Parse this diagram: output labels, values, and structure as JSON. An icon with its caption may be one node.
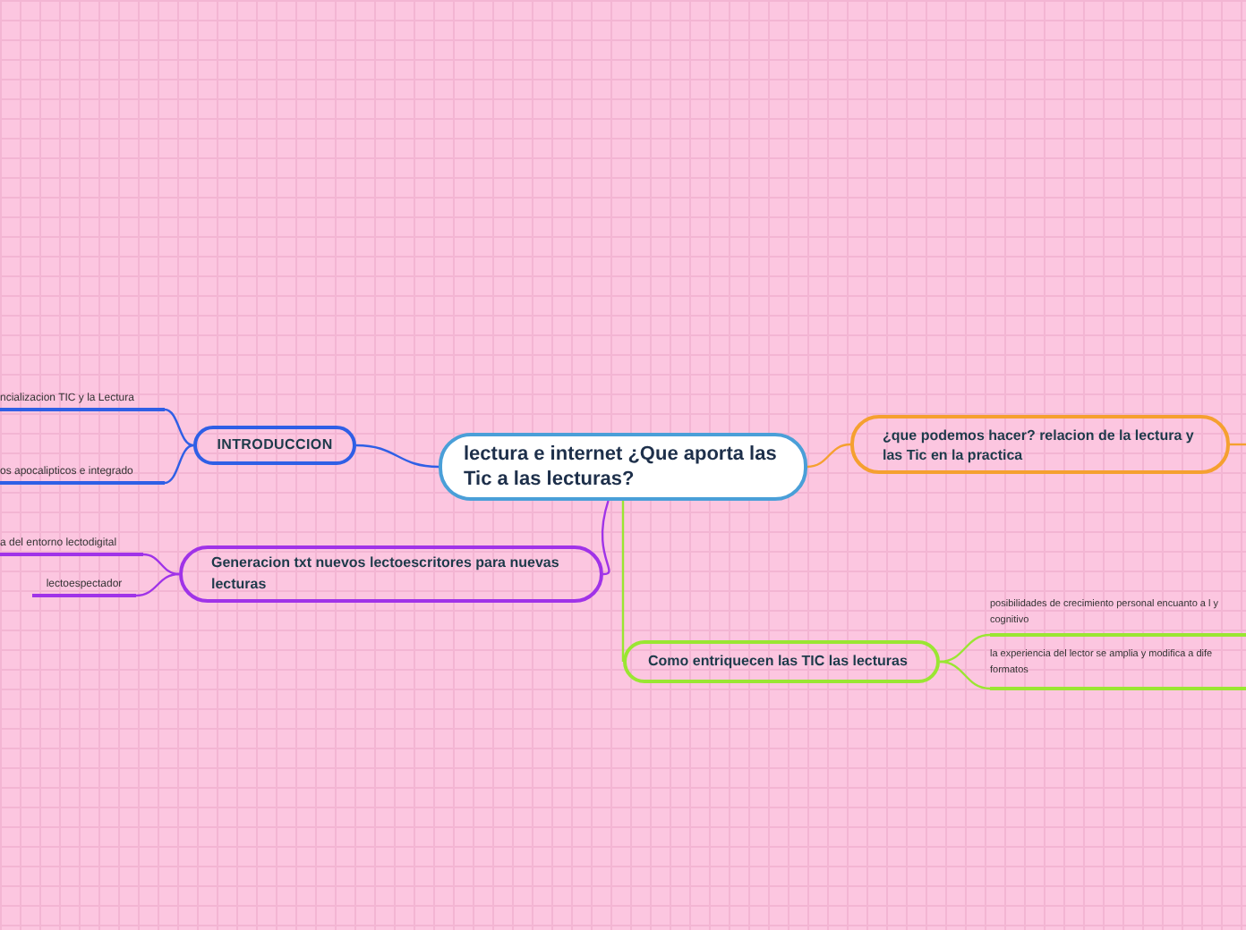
{
  "diagram": {
    "nodes": [
      {
        "text": [
          "lectura e internet ¿Que aporta las Tic a las lecturas?"
        ]
      },
      {
        "text": [
          "INTRODUCCION"
        ]
      },
      {
        "text": [
          "ncializacion TIC y la Lectura"
        ]
      },
      {
        "text": [
          "os apocalipticos e integrado"
        ]
      },
      {
        "text": [
          "Generacion txt nuevos lectoescritores para nuevas lecturas"
        ]
      },
      {
        "text": [
          "a del entorno lectodigital"
        ]
      },
      {
        "text": [
          "lectoespectador"
        ]
      },
      {
        "text": [
          "¿que podemos hacer? relacion de la lectura y las Tic en la practica"
        ]
      },
      {
        "text": [
          "Como entriquecen las TIC las lecturas"
        ]
      },
      {
        "text": [
          "posibilidades de crecimiento personal encuanto a l y cognitivo"
        ]
      },
      {
        "text": [
          "la experiencia del lector se amplia y modifica a dife formatos"
        ]
      }
    ],
    "edges": [
      {
        "from": 0,
        "to": 1,
        "arrow": "none",
        "color": "#2f5fe6"
      },
      {
        "from": 1,
        "to": 2,
        "arrow": "none",
        "color": "#2f5fe6"
      },
      {
        "from": 1,
        "to": 3,
        "arrow": "none",
        "color": "#2f5fe6"
      },
      {
        "from": 0,
        "to": 4,
        "arrow": "none",
        "color": "#a033e8"
      },
      {
        "from": 4,
        "to": 5,
        "arrow": "none",
        "color": "#a033e8"
      },
      {
        "from": 4,
        "to": 6,
        "arrow": "none",
        "color": "#a033e8"
      },
      {
        "from": 0,
        "to": 7,
        "arrow": "none",
        "color": "#f5a030"
      },
      {
        "from": 7,
        "to": null,
        "arrow": "none",
        "color": "#f5a030"
      },
      {
        "from": 0,
        "to": 8,
        "arrow": "none",
        "color": "#9ae632"
      },
      {
        "from": 8,
        "to": 9,
        "arrow": "none",
        "color": "#9ae632"
      },
      {
        "from": 8,
        "to": 10,
        "arrow": "none",
        "color": "#9ae632"
      }
    ]
  }
}
